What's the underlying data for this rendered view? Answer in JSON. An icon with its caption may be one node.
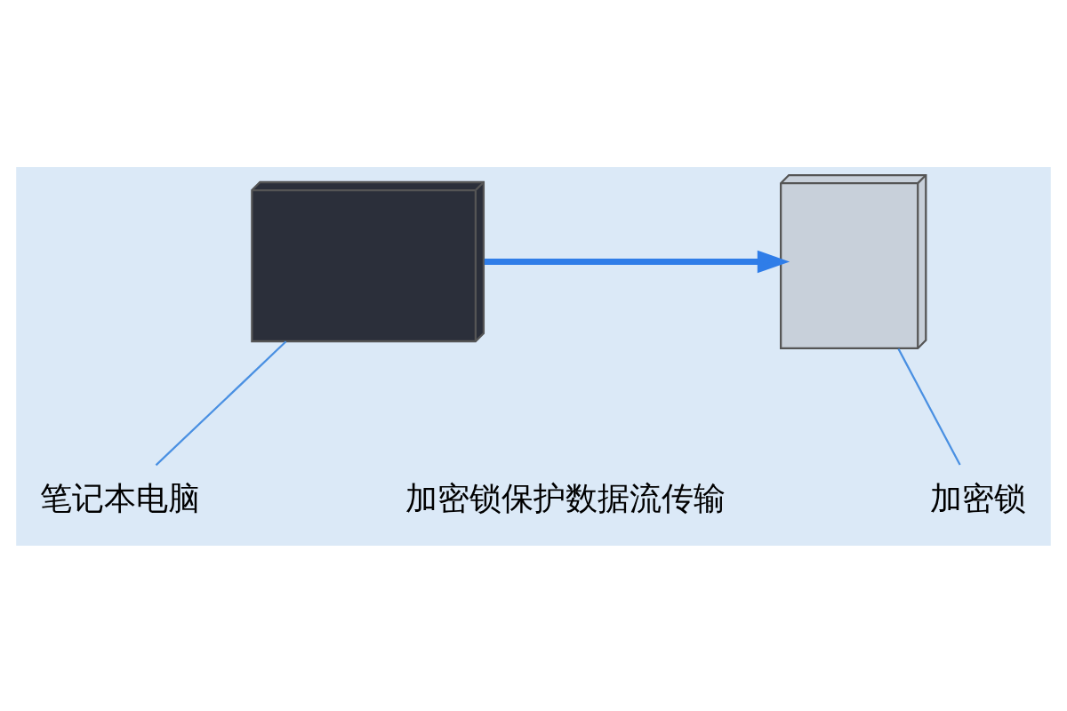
{
  "diagram": {
    "nodes": [
      {
        "text": [],
        "shape": "picture"
      },
      {
        "text": [],
        "shape": "picture"
      },
      {
        "text": [
          "笔记本电脑"
        ]
      },
      {
        "text": [
          "加密锁"
        ]
      }
    ],
    "edges": [
      {
        "from": 0,
        "to": 1,
        "arrow": "to",
        "color": "#2f7de8",
        "style": "thick"
      },
      {
        "from": 2,
        "to": 0,
        "arrow": "none"
      },
      {
        "from": 3,
        "to": 1,
        "arrow": "none"
      }
    ],
    "labels": [
      "加密锁保护数据流传输"
    ]
  }
}
